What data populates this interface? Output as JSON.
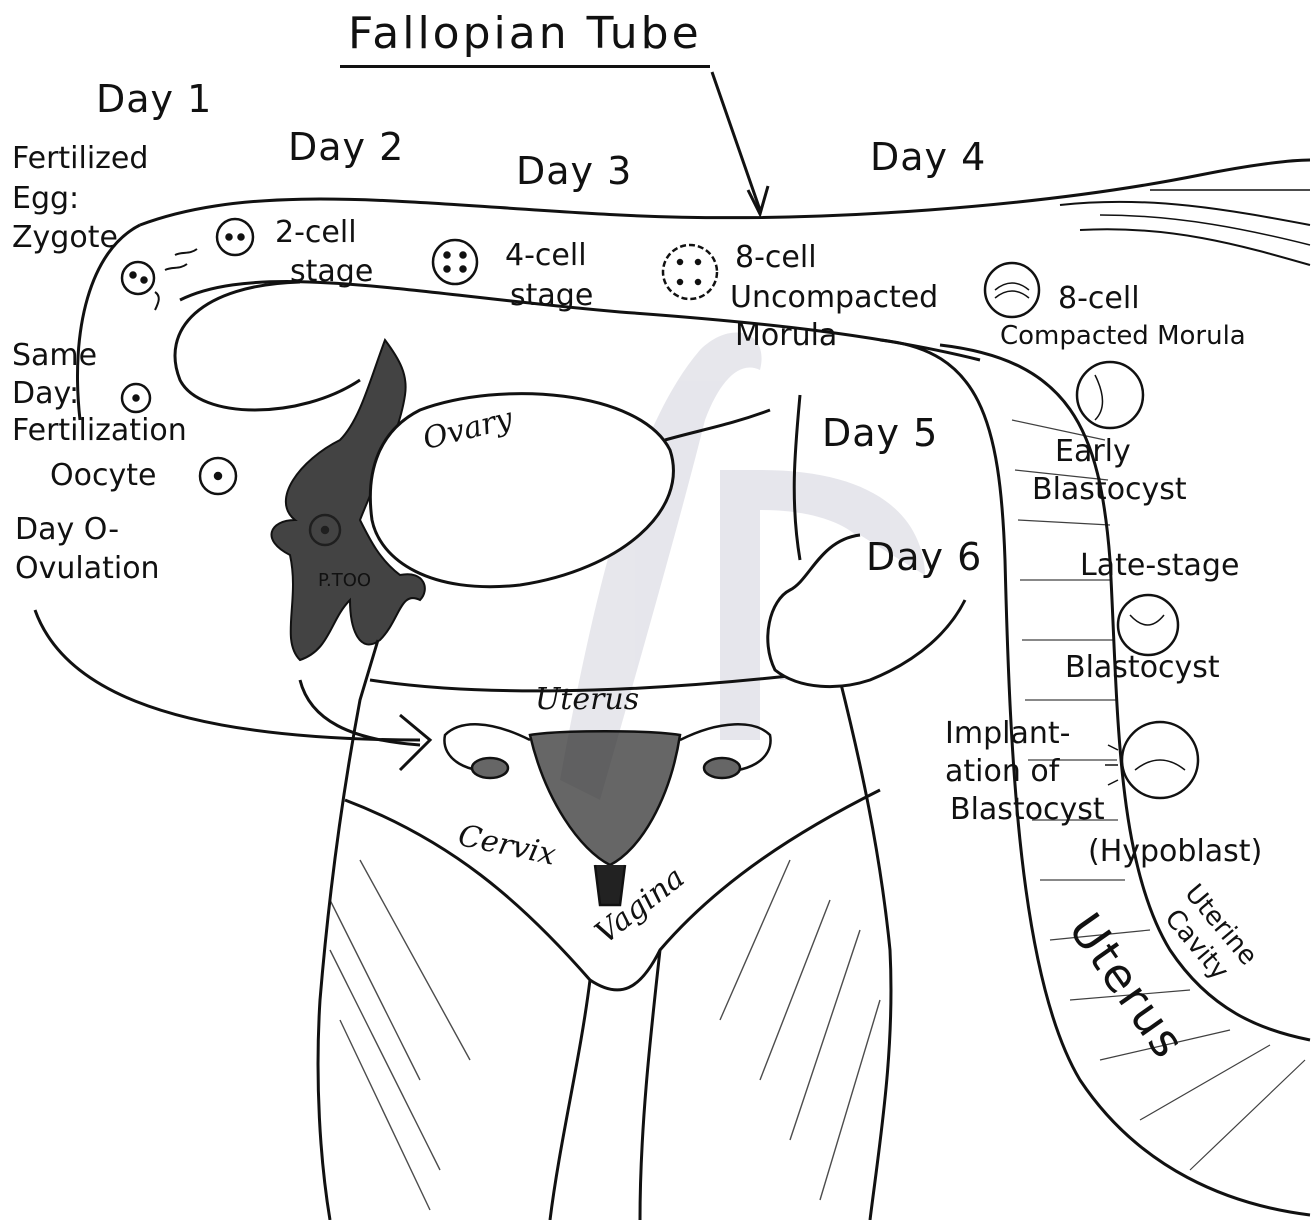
{
  "title": "Fallopian Tube",
  "days": {
    "day1": "Day 1",
    "day2": "Day 2",
    "day3": "Day 3",
    "day4": "Day 4",
    "day5": "Day 5",
    "day6": "Day 6"
  },
  "labels": {
    "fertilized": "Fertilized",
    "egg": "Egg:",
    "zygote": "Zygote",
    "same": "Same",
    "day_colon": "Day:",
    "fertilization": "Fertilization",
    "oocyte": "Oocyte",
    "day0": "Day O-",
    "ovulation": "Ovulation",
    "two_cell": "2-cell",
    "two_cell_stage": "stage",
    "four_cell": "4-cell",
    "four_cell_stage": "stage",
    "eight_cell": "8-cell",
    "uncompacted": "Uncompacted",
    "morula": "Morula",
    "eight_cell_b": "8-cell",
    "compacted_morula": "Compacted Morula",
    "early": "Early",
    "blastocyst_early": "Blastocyst",
    "late_stage": "Late-stage",
    "blastocyst_late": "Blastocyst",
    "implant": "Implant-",
    "ation_of": "ation of",
    "blastocyst_impl": "Blastocyst",
    "hypoblast": "(Hypoblast)",
    "ovary": "Ovary",
    "ptoo": "P.TOO",
    "uterus_small": "Uterus",
    "cervix": "Cervix",
    "vagina": "Vagina",
    "uterine": "Uterine",
    "cavity": "Cavity",
    "uterus_big": "Uterus"
  },
  "colors": {
    "ink": "#111111",
    "paper": "#ffffff",
    "watermark": "#c9c9d6"
  }
}
